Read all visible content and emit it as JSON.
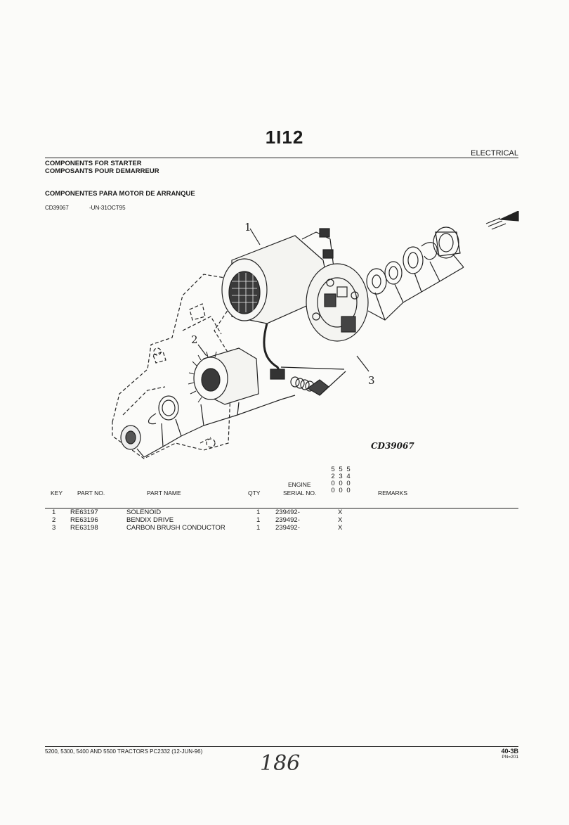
{
  "page_code": "1I12",
  "section": "ELECTRICAL",
  "titles": {
    "en": "COMPONENTS FOR STARTER",
    "fr": "COMPOSANTS POUR DEMARREUR",
    "es": "COMPONENTES PARA MOTOR DE ARRANQUE"
  },
  "figure": {
    "ref": "CD39067",
    "ref_date": "-UN-31OCT95",
    "label": "CD39067",
    "callouts": [
      "1",
      "2",
      "3"
    ]
  },
  "table": {
    "headers": {
      "key": "KEY",
      "part_no": "PART NO.",
      "part_name": "PART NAME",
      "qty": "QTY",
      "engine": "ENGINE",
      "serial": "SERIAL NO.",
      "remarks": "REMARKS"
    },
    "model_columns": [
      [
        "5",
        "2",
        "0",
        "0"
      ],
      [
        "5",
        "3",
        "0",
        "0"
      ],
      [
        "5",
        "4",
        "0",
        "0"
      ]
    ],
    "rows": [
      {
        "key": "1",
        "part_no": "RE63197",
        "name": "SOLENOID",
        "qty": "1",
        "serial": "239492-",
        "mark": "X"
      },
      {
        "key": "2",
        "part_no": "RE63196",
        "name": "BENDIX DRIVE",
        "qty": "1",
        "serial": "239492-",
        "mark": "X"
      },
      {
        "key": "3",
        "part_no": "RE63198",
        "name": "CARBON BRUSH CONDUCTOR",
        "qty": "1",
        "serial": "239492-",
        "mark": "X"
      }
    ]
  },
  "footer": {
    "left": "5200, 5300, 5400 AND 5500 TRACTORS  PC2332   (12-JUN-96)",
    "page": "40-3B",
    "pn": "PN=201",
    "handwritten": "186"
  }
}
